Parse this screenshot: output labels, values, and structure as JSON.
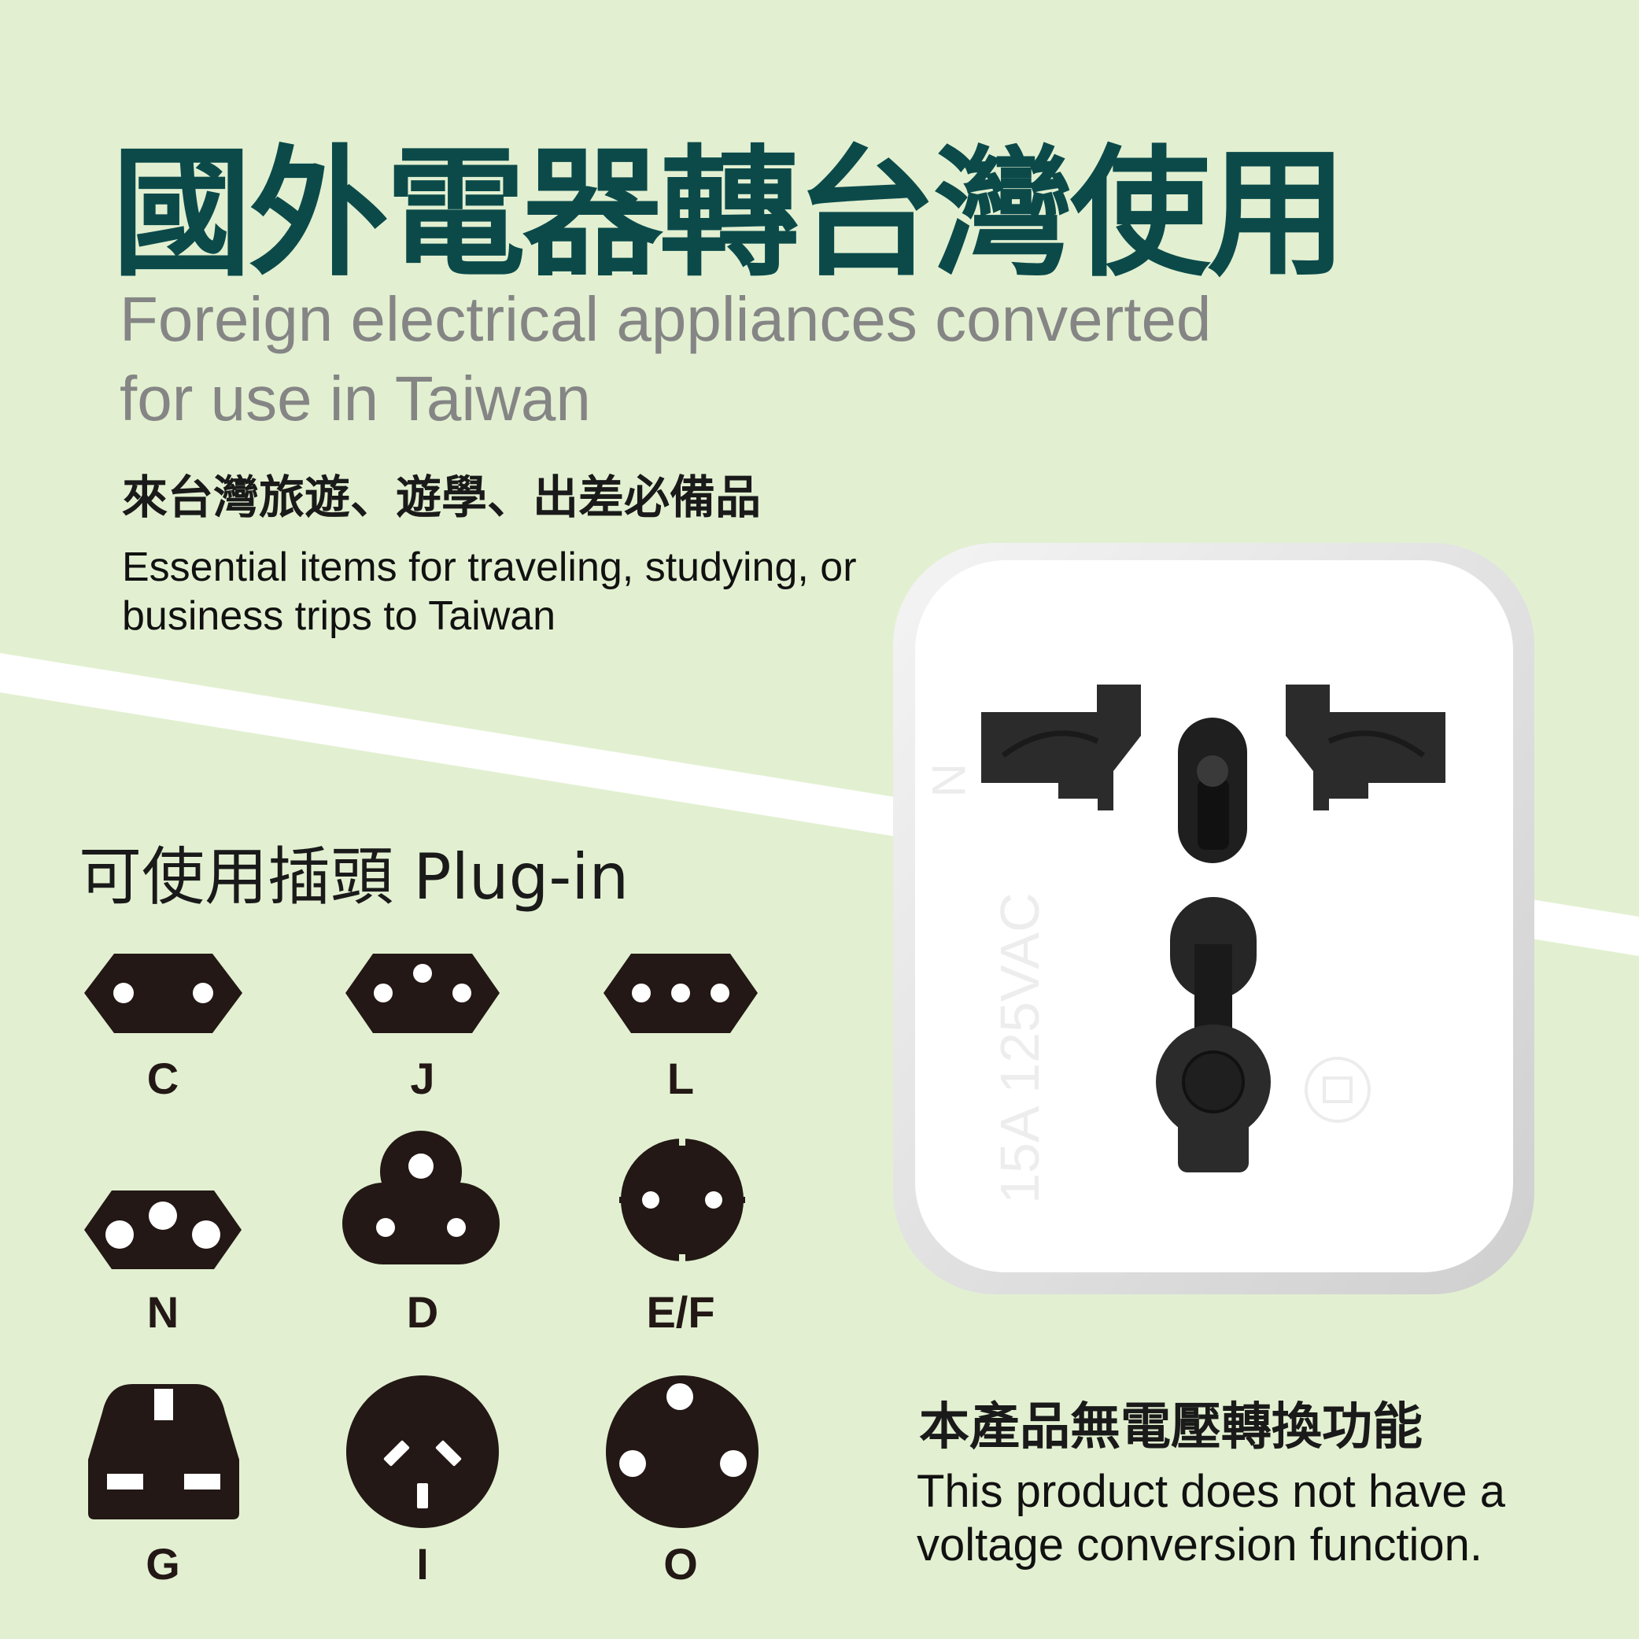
{
  "title": "國外電器轉台灣使用",
  "subtitle_en": "Foreign electrical appliances converted for use in Taiwan",
  "tagline_zh": "來台灣旅遊、遊學、出差必備品",
  "tagline_en": "Essential items for traveling, studying, or business trips to Taiwan",
  "plug_heading": "可使用插頭 Plug-in",
  "plugs": [
    {
      "label": "C",
      "icon": "plug-type-c-icon"
    },
    {
      "label": "J",
      "icon": "plug-type-j-icon"
    },
    {
      "label": "L",
      "icon": "plug-type-l-icon"
    },
    {
      "label": "N",
      "icon": "plug-type-n-icon"
    },
    {
      "label": "D",
      "icon": "plug-type-d-icon"
    },
    {
      "label": "E/F",
      "icon": "plug-type-ef-icon"
    },
    {
      "label": "G",
      "icon": "plug-type-g-icon"
    },
    {
      "label": "I",
      "icon": "plug-type-i-icon"
    },
    {
      "label": "O",
      "icon": "plug-type-o-icon"
    }
  ],
  "adapter": {
    "rating_text": "15A 125VAC",
    "n_mark": "N",
    "cert_mark": "certification-mark-icon"
  },
  "note_zh": "本產品無電壓轉換功能",
  "note_en": "This product does not have a voltage conversion function.",
  "colors": {
    "background": "#e2f0d1",
    "title": "#0c4a4a",
    "subtitle": "#858585",
    "plug_icon": "#231815",
    "socket": "#2b2b2b"
  }
}
